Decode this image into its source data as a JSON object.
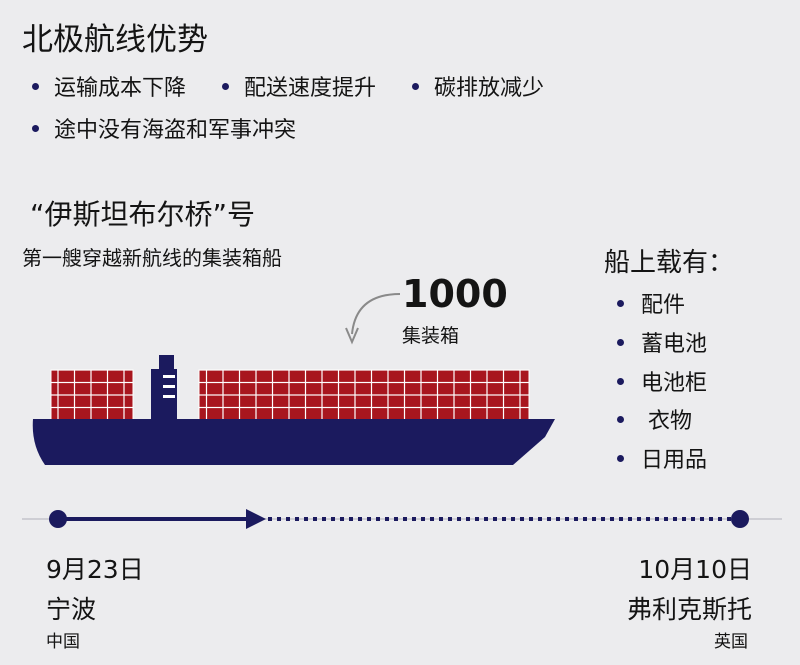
{
  "title": "北极航线优势",
  "advantages": [
    "运输成本下降",
    "配送速度提升",
    "碳排放减少",
    "途中没有海盗和军事冲突"
  ],
  "ship": {
    "name": "“伊斯坦布尔桥”号",
    "description": "第一艘穿越新航线的集装箱船",
    "container_count": "1000",
    "container_unit": "集装箱"
  },
  "cargo": {
    "title": "船上载有：",
    "items": [
      "配件",
      "蓄电池",
      "电池柜",
      " 衣物",
      "日用品"
    ]
  },
  "timeline": {
    "start": {
      "date": "9月23日",
      "city": "宁波",
      "country": "中国"
    },
    "end": {
      "date": "10月10日",
      "city": "弗利克斯托",
      "country": "英国"
    }
  },
  "colors": {
    "navy": "#1b1a5e",
    "container_red": "#a8161e",
    "background": "#ececee"
  }
}
